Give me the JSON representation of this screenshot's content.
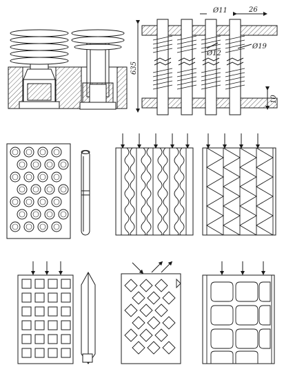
{
  "figure": {
    "labels": {
      "dia_outer": "Ø11",
      "dia_inner": "Ø12",
      "dia_fin": "Ø19",
      "pitch": "26",
      "length": "635",
      "plate": "10"
    }
  },
  "colors": {
    "ink": "#1a1a1a",
    "paper": "#ffffff",
    "hatch": "#333333"
  }
}
